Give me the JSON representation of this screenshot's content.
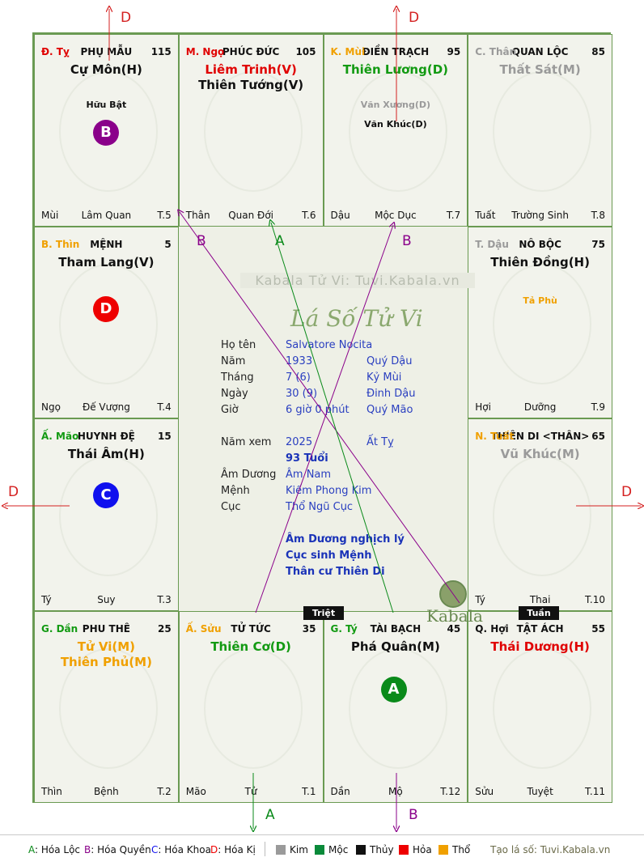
{
  "palaces": [
    {
      "id": "ty",
      "can": "Đ. Tỵ",
      "can_color": "#e00000",
      "name": "PHỤ MẪU",
      "num": "115",
      "stars": [
        {
          "t": "Cự Môn(H)",
          "c": "#111111"
        }
      ],
      "minor": [
        {
          "t": "Hữu Bật",
          "c": "#111111"
        }
      ],
      "bl": "Mùi",
      "bm": "Lâm Quan",
      "br": "T.5"
    },
    {
      "id": "ngo",
      "can": "M. Ngọ",
      "can_color": "#e00000",
      "name": "PHÚC ĐỨC",
      "num": "105",
      "stars": [
        {
          "t": "Liêm Trinh(V)",
          "c": "#e00000"
        },
        {
          "t": "Thiên Tướng(V)",
          "c": "#111111"
        }
      ],
      "minor": [],
      "bl": "Thân",
      "bm": "Quan Đới",
      "br": "T.6"
    },
    {
      "id": "mui",
      "can": "K. Mùi",
      "can_color": "#f0a000",
      "name": "ĐIỀN TRẠCH",
      "num": "95",
      "stars": [
        {
          "t": "Thiên Lương(D)",
          "c": "#129a12"
        }
      ],
      "minor": [
        {
          "t": "Văn Xương(D)",
          "c": "#9a9a9a"
        },
        {
          "t": "Văn Khúc(D)",
          "c": "#111111"
        }
      ],
      "bl": "Dậu",
      "bm": "Mộc Dục",
      "br": "T.7"
    },
    {
      "id": "than",
      "can": "C. Thân",
      "can_color": "#9a9a9a",
      "name": "QUAN LỘC",
      "num": "85",
      "stars": [
        {
          "t": "Thất Sát(M)",
          "c": "#9a9a9a"
        }
      ],
      "minor": [],
      "bl": "Tuất",
      "bm": "Trường Sinh",
      "br": "T.8"
    },
    {
      "id": "thin",
      "can": "B. Thìn",
      "can_color": "#f0a000",
      "name": "MỆNH",
      "num": "5",
      "stars": [
        {
          "t": "Tham Lang(V)",
          "c": "#111111"
        }
      ],
      "minor": [],
      "bl": "Ngọ",
      "bm": "Đế Vượng",
      "br": "T.4"
    },
    {
      "id": "dau",
      "can": "T. Dậu",
      "can_color": "#9a9a9a",
      "name": "NÔ BỘC",
      "num": "75",
      "stars": [
        {
          "t": "Thiên Đồng(H)",
          "c": "#111111"
        }
      ],
      "minor": [
        {
          "t": "Tả Phù",
          "c": "#f0a000"
        }
      ],
      "bl": "Hợi",
      "bm": "Dưỡng",
      "br": "T.9"
    },
    {
      "id": "mao",
      "can": "Ấ. Mão",
      "can_color": "#129a12",
      "name": "HUYNH ĐỆ",
      "num": "15",
      "stars": [
        {
          "t": "Thái Âm(H)",
          "c": "#111111"
        }
      ],
      "minor": [],
      "bl": "Tý",
      "bm": "Suy",
      "br": "T.3"
    },
    {
      "id": "tuat",
      "can": "N. Tuất",
      "can_color": "#f0a000",
      "name": "THIÊN DI <THÂN>",
      "num": "65",
      "stars": [
        {
          "t": "Vũ Khúc(M)",
          "c": "#9a9a9a"
        }
      ],
      "minor": [],
      "bl": "Tý",
      "bm": "Thai",
      "br": "T.10"
    },
    {
      "id": "dan",
      "can": "G. Dần",
      "can_color": "#129a12",
      "name": "PHU THÊ",
      "num": "25",
      "stars": [
        {
          "t": "Tử Vi(M)",
          "c": "#f0a000"
        },
        {
          "t": "Thiên Phủ(M)",
          "c": "#f0a000"
        }
      ],
      "minor": [],
      "bl": "Thìn",
      "bm": "Bệnh",
      "br": "T.2"
    },
    {
      "id": "suu",
      "can": "Ấ. Sửu",
      "can_color": "#f0a000",
      "name": "TỬ TỨC",
      "num": "35",
      "stars": [
        {
          "t": "Thiên Cơ(D)",
          "c": "#129a12"
        }
      ],
      "minor": [],
      "bl": "Mão",
      "bm": "Tử",
      "br": "T.1"
    },
    {
      "id": "ti",
      "can": "G. Tý",
      "can_color": "#129a12",
      "name": "TÀI BẠCH",
      "num": "45",
      "stars": [
        {
          "t": "Phá Quân(M)",
          "c": "#111111"
        }
      ],
      "minor": [],
      "bl": "Dần",
      "bm": "Mộ",
      "br": "T.12"
    },
    {
      "id": "hoi",
      "can": "Q. Hợi",
      "can_color": "#111111",
      "name": "TẬT ÁCH",
      "num": "55",
      "stars": [
        {
          "t": "Thái Dương(H)",
          "c": "#e00000"
        }
      ],
      "minor": [],
      "bl": "Sửu",
      "bm": "Tuyệt",
      "br": "T.11"
    }
  ],
  "circles": [
    {
      "palace": "ty",
      "letter": "B",
      "color": "#8a008a"
    },
    {
      "palace": "thin",
      "letter": "D",
      "color": "#ee0000"
    },
    {
      "palace": "mao",
      "letter": "C",
      "color": "#1010ee"
    },
    {
      "palace": "ti",
      "letter": "A",
      "color": "#0a8a1a"
    }
  ],
  "center": {
    "watermark": "Kabala Tử Vi: Tuvi.Kabala.vn",
    "title": "Lá Số Tử Vi",
    "ho_ten_label": "Họ tên",
    "ho_ten": "Salvatore Nocita",
    "nam_label": "Năm",
    "nam": "1933",
    "nam_can": "Quý Dậu",
    "thang_label": "Tháng",
    "thang": "7  (6)",
    "thang_can": "Kỷ Mùi",
    "ngay_label": "Ngày",
    "ngay": "30  (9)",
    "ngay_can": "Đinh Dậu",
    "gio_label": "Giờ",
    "gio": "6 giờ 0 phút",
    "gio_can": "Quý Mão",
    "nam_xem_label": "Năm xem",
    "nam_xem": "2025",
    "nam_xem_can": "Ất Tỵ",
    "tuoi": "93 Tuổi",
    "am_duong_label": "Âm Dương",
    "am_duong": "Âm Nam",
    "menh_label": "Mệnh",
    "menh": "Kiếm Phong Kim",
    "cuc_label": "Cục",
    "cuc": "Thổ Ngũ Cục",
    "notes": [
      "Âm Dương nghịch lý",
      "Cục sinh Mệnh",
      "Thân cư Thiên Di"
    ],
    "logo": "Kabala"
  },
  "tags": {
    "triet": "Triệt",
    "tuan": "Tuần"
  },
  "arrow_labels": {
    "top_left": "D",
    "top_right": "D",
    "left": "D",
    "right": "D",
    "bottom_left": "A",
    "bottom_right": "B",
    "center_b_left": "B",
    "center_a": "A",
    "center_b_right": "B"
  },
  "legend": {
    "hoa_loc_key": "A",
    "hoa_loc": "Hóa Lộc",
    "hoa_quyen_key": "B",
    "hoa_quyen": "Hóa Quyền",
    "hoa_khoa_key": "C",
    "hoa_khoa": "Hóa Khoa",
    "hoa_ki_key": "D",
    "hoa_ki": "Hóa Kị",
    "kim": "Kim",
    "moc": "Mộc",
    "thuy": "Thủy",
    "hoa": "Hỏa",
    "tho": "Thổ",
    "site": "Tạo lá số: Tuvi.Kabala.vn",
    "colors": {
      "kim": "#9a9a9a",
      "moc": "#0a8a3a",
      "thuy": "#111111",
      "hoa": "#ee0000",
      "tho": "#f0a000",
      "a": "#0a8a1a",
      "b": "#8a008a",
      "c": "#1010ee",
      "d": "#ee0000"
    }
  }
}
